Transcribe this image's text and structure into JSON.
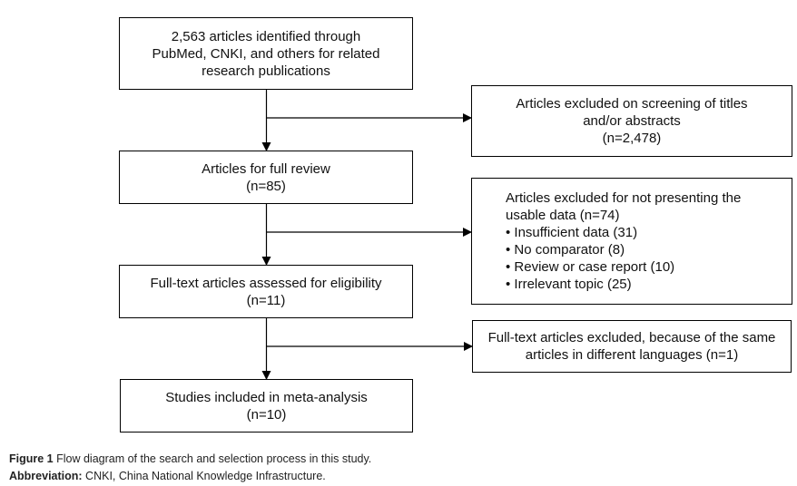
{
  "boxes": {
    "identified": [
      "2,563 articles identified through",
      "PubMed, CNKI, and others for related",
      "research publications"
    ],
    "full_review": [
      "Articles for full review",
      "(n=85)"
    ],
    "assessed": [
      "Full-text articles assessed for eligibility",
      "(n=11)"
    ],
    "included": [
      "Studies included in meta-analysis",
      "(n=10)"
    ],
    "excluded_screening": [
      "Articles excluded on screening of titles",
      "and/or abstracts",
      "(n=2,478)"
    ],
    "excluded_data": {
      "lines": [
        "Articles excluded for not presenting the",
        "usable data (n=74)"
      ],
      "bullets": [
        "Insufficient data (31)",
        "No comparator (8)",
        "Review or case report (10)",
        "Irrelevant topic (25)"
      ]
    },
    "excluded_language": [
      "Full-text articles excluded, because of the same",
      "articles in different languages (n=1)"
    ]
  },
  "caption": {
    "figure_label": "Figure 1",
    "figure_text": "Flow diagram of the search and selection process in this study.",
    "abbr_label": "Abbreviation:",
    "abbr_text": "CNKI, China National Knowledge Infrastructure."
  }
}
